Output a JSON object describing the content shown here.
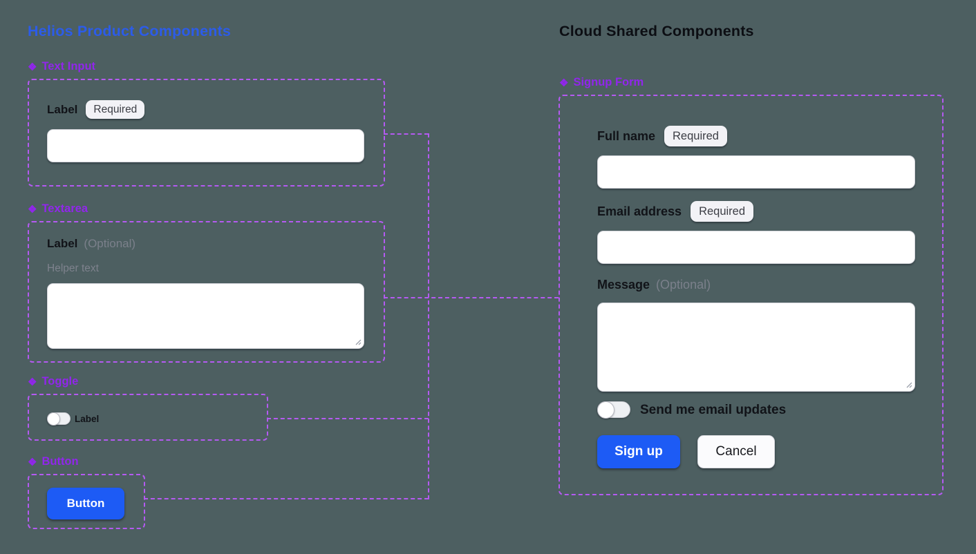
{
  "icons": {
    "component_diamond": "❖"
  },
  "colors": {
    "background": "#4d5f61",
    "left_title_blue": "#2c5ce9",
    "right_title_black": "#0c0e13",
    "component_purple": "#9126ec",
    "dashed_outline_purple": "#b55af2",
    "primary_button_blue": "#1d5bf5",
    "badge_background": "#f2f2f6"
  },
  "left": {
    "title": "Helios Product Components",
    "sections": {
      "text_input": {
        "heading": "Text Input",
        "label": "Label",
        "badge": "Required",
        "input_value": ""
      },
      "textarea": {
        "heading": "Textarea",
        "label": "Label",
        "optional": "(Optional)",
        "helper": "Helper text",
        "value": ""
      },
      "toggle": {
        "heading": "Toggle",
        "label": "Label",
        "state": "off"
      },
      "button": {
        "heading": "Button",
        "button_label": "Button"
      }
    }
  },
  "right": {
    "title": "Cloud Shared Components",
    "form": {
      "heading": "Signup Form",
      "full_name": {
        "label": "Full name",
        "badge": "Required",
        "value": ""
      },
      "email": {
        "label": "Email address",
        "badge": "Required",
        "value": ""
      },
      "message": {
        "label": "Message",
        "optional": "(Optional)",
        "value": ""
      },
      "updates_toggle": {
        "label": "Send me email updates",
        "state": "off"
      },
      "submit_label": "Sign up",
      "cancel_label": "Cancel"
    }
  }
}
